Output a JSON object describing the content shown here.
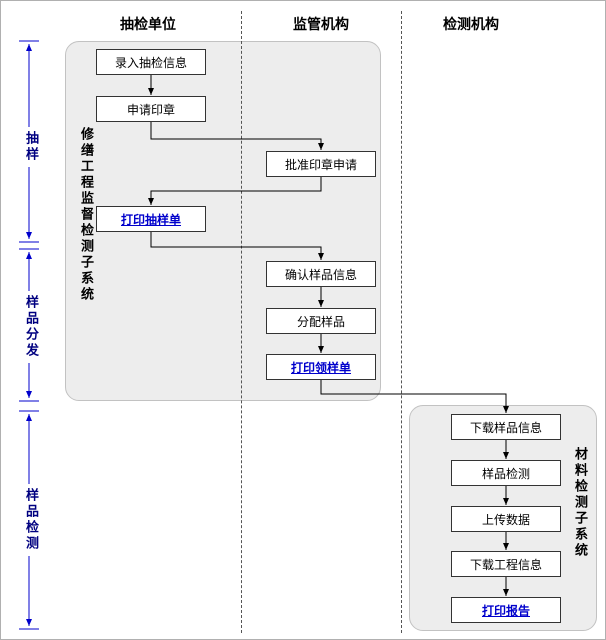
{
  "lane_headers": [
    "抽检单位",
    "监管机构",
    "检测机构"
  ],
  "phases": [
    "抽样",
    "样品分发",
    "样品检测"
  ],
  "subsystems": {
    "left": "修缮工程监督检测子系统",
    "right": "材料检测子系统"
  },
  "nodes": {
    "enter_sampling_info": "录入抽检信息",
    "apply_seal": "申请印章",
    "approve_seal": "批准印章申请",
    "print_sampling_form": "打印抽样单",
    "confirm_sample_info": "确认样品信息",
    "assign_samples": "分配样品",
    "print_collect_form": "打印领样单",
    "download_sample_info": "下载样品信息",
    "sample_testing": "样品检测",
    "upload_data": "上传数据",
    "download_project_info": "下载工程信息",
    "print_report": "打印报告"
  },
  "colors": {
    "link_text": "#0000cc",
    "phase_arrow": "#0000cc",
    "phase_label": "#000080",
    "flow_line": "#000000",
    "panel_bg": "#ededed",
    "panel_border": "#c2c2c2"
  }
}
